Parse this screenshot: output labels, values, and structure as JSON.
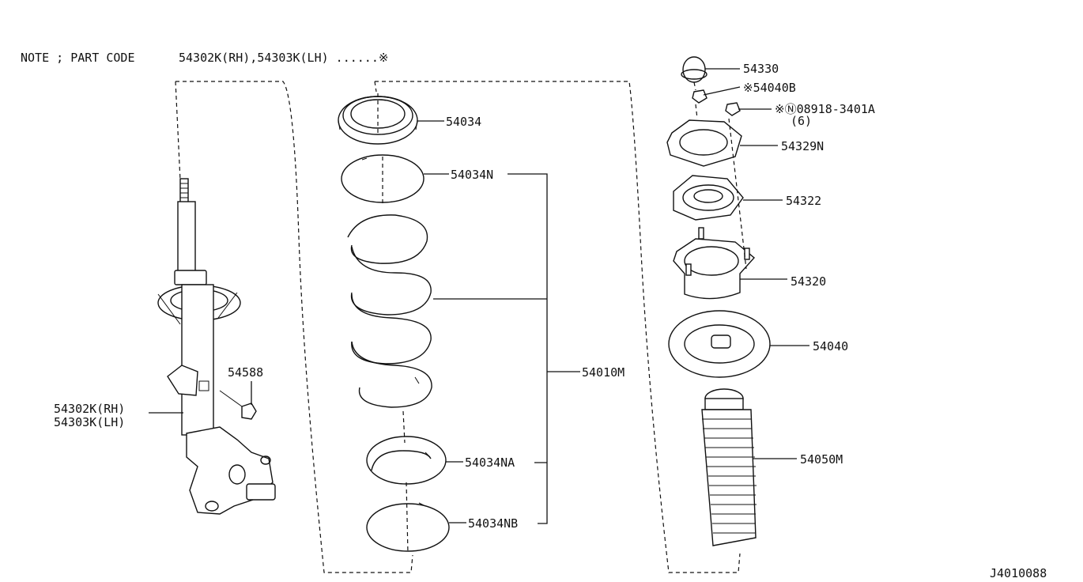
{
  "note": {
    "prefix": "NOTE ; PART CODE",
    "codes": "54302K(RH),54303K(LH) ......※"
  },
  "callouts": {
    "c54330": "54330",
    "c54040B": "※54040B",
    "c08918": "※Ⓝ08918-3401A",
    "c08918_qty": "(6)",
    "c54329N": "54329N",
    "c54322": "54322",
    "c54320": "54320",
    "c54040": "54040",
    "c54050M": "54050M",
    "c54034": "54034",
    "c54034N": "54034N",
    "c54010M": "54010M",
    "c54034NA": "54034NA",
    "c54034NB": "54034NB",
    "c54588": "54588",
    "c54302K": "54302K(RH)",
    "c54303K": "54303K(LH)"
  },
  "drawing_id": "J4010088"
}
